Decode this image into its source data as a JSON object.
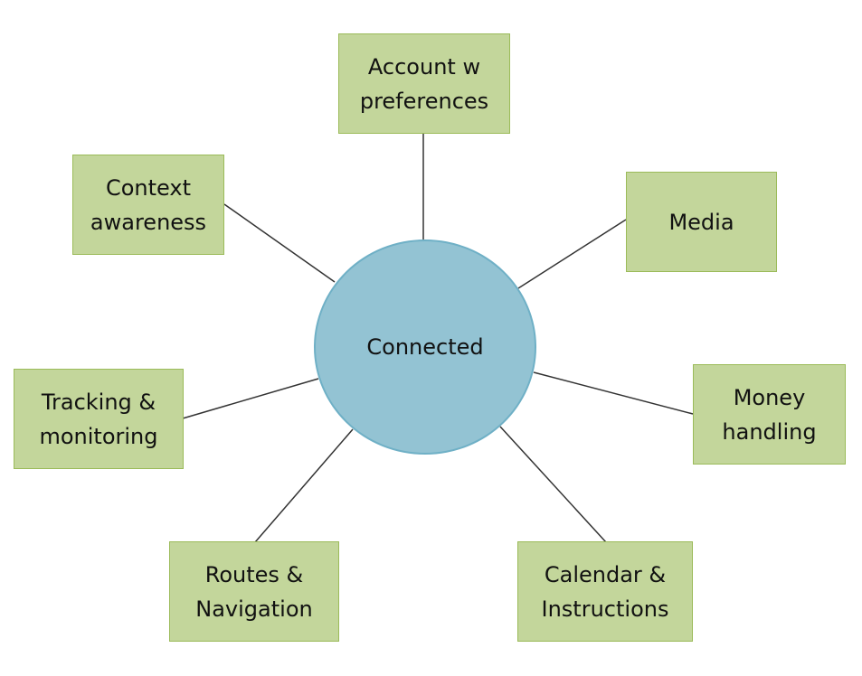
{
  "diagram": {
    "hub": {
      "label": "Connected",
      "color": "#93c3d3"
    },
    "box_color": "#c3d69b",
    "nodes": [
      {
        "id": "account",
        "label": "Account w\npreferences"
      },
      {
        "id": "context",
        "label": "Context\nawareness"
      },
      {
        "id": "media",
        "label": "Media"
      },
      {
        "id": "tracking",
        "label": "Tracking &\nmonitoring"
      },
      {
        "id": "money",
        "label": "Money\nhandling"
      },
      {
        "id": "routes",
        "label": "Routes &\nNavigation"
      },
      {
        "id": "calendar",
        "label": "Calendar &\nInstructions"
      }
    ]
  }
}
